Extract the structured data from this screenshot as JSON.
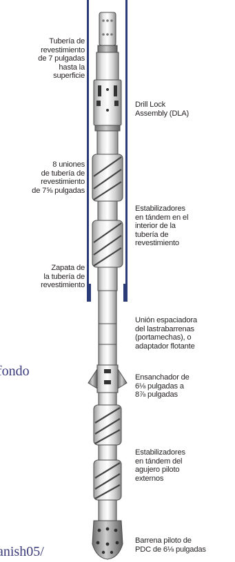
{
  "labels_left": [
    {
      "name": "casing-to-surface-label",
      "lines": [
        "Tubería de",
        "revestimiento",
        "de 7 pulgadas",
        "hasta la",
        "superficie"
      ]
    },
    {
      "name": "casing-joints-label",
      "lines": [
        "8 uniones",
        "de tubería de",
        "revestimiento",
        "de 7⅝ pulgadas"
      ]
    },
    {
      "name": "casing-shoe-label",
      "lines": [
        "Zapata de",
        "la tubería de",
        "revestimiento"
      ]
    }
  ],
  "labels_right": [
    {
      "name": "drill-lock-assembly-label",
      "lines": [
        "Drill Lock",
        "Assembly (DLA)"
      ]
    },
    {
      "name": "tandem-stabilizers-inside-label",
      "lines": [
        "Estabilizadores",
        "en tándem en el",
        "interior de la",
        "tubería de",
        "revestimiento"
      ]
    },
    {
      "name": "spacer-joint-label",
      "lines": [
        "Unión espaciadora",
        "del lastrabarrenas",
        "(portamechas), o",
        "adaptador flotante"
      ]
    },
    {
      "name": "underreamer-label",
      "lines": [
        "Ensanchador de",
        "6⅛ pulgadas a",
        "8⅞ pulgadas"
      ]
    },
    {
      "name": "tandem-stabilizers-external-label",
      "lines": [
        "Estabilizadores",
        "en tándem del",
        "agujero piloto",
        "externos"
      ]
    },
    {
      "name": "pilot-bit-label",
      "lines": [
        "Barrena piloto de",
        "PDC de 6⅛ pulgadas"
      ]
    }
  ],
  "fragments": {
    "fondo": "fondo",
    "url_tail": "anish05/"
  },
  "colors": {
    "casing_line": "#2a3b78",
    "tool_fill": "#ececec",
    "tool_stroke": "#4a4a4a",
    "text": "#231f20"
  }
}
